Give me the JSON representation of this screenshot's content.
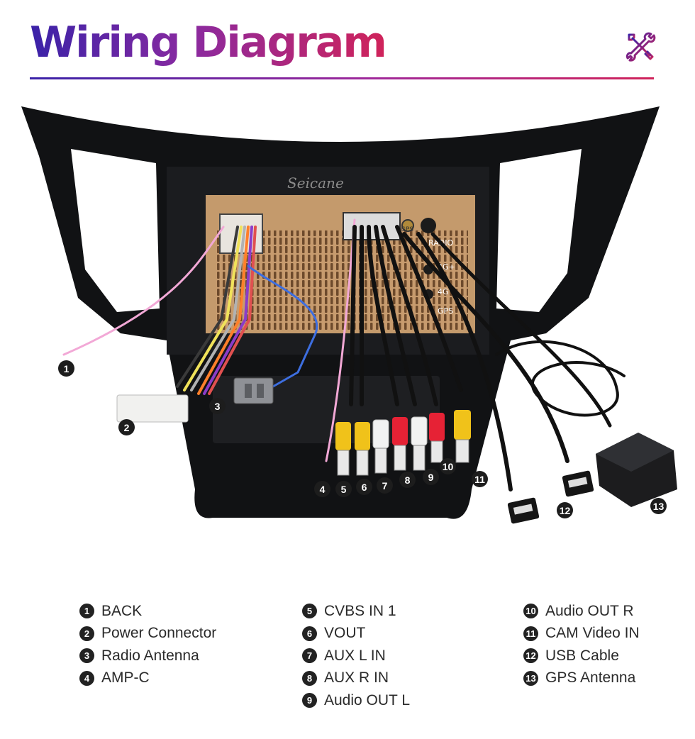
{
  "header": {
    "title": "Wiring Diagram",
    "icon": "tools-icon",
    "accent_colors": [
      "#3a22a8",
      "#8a2aa0",
      "#d0235a"
    ]
  },
  "diagram": {
    "brand": "Seicane",
    "port_labels": [
      "GPS",
      "RADIO",
      "4G+",
      "4G",
      "GPS"
    ],
    "callouts": [
      "1",
      "2",
      "3",
      "4",
      "5",
      "6",
      "7",
      "8",
      "9",
      "10",
      "11",
      "12",
      "13"
    ]
  },
  "legend": {
    "col1": [
      {
        "num": "1",
        "label": "BACK"
      },
      {
        "num": "2",
        "label": "Power Connector"
      },
      {
        "num": "3",
        "label": "Radio Antenna"
      },
      {
        "num": "4",
        "label": "AMP-C"
      }
    ],
    "col2": [
      {
        "num": "5",
        "label": "CVBS IN 1"
      },
      {
        "num": "6",
        "label": "VOUT"
      },
      {
        "num": "7",
        "label": "AUX L IN"
      },
      {
        "num": "8",
        "label": "AUX R IN"
      },
      {
        "num": "9",
        "label": "Audio OUT L"
      }
    ],
    "col3": [
      {
        "num": "10",
        "label": "Audio OUT R"
      },
      {
        "num": "11",
        "label": "CAM Video IN"
      },
      {
        "num": "12",
        "label": "USB Cable"
      },
      {
        "num": "13",
        "label": "GPS Antenna"
      }
    ]
  }
}
